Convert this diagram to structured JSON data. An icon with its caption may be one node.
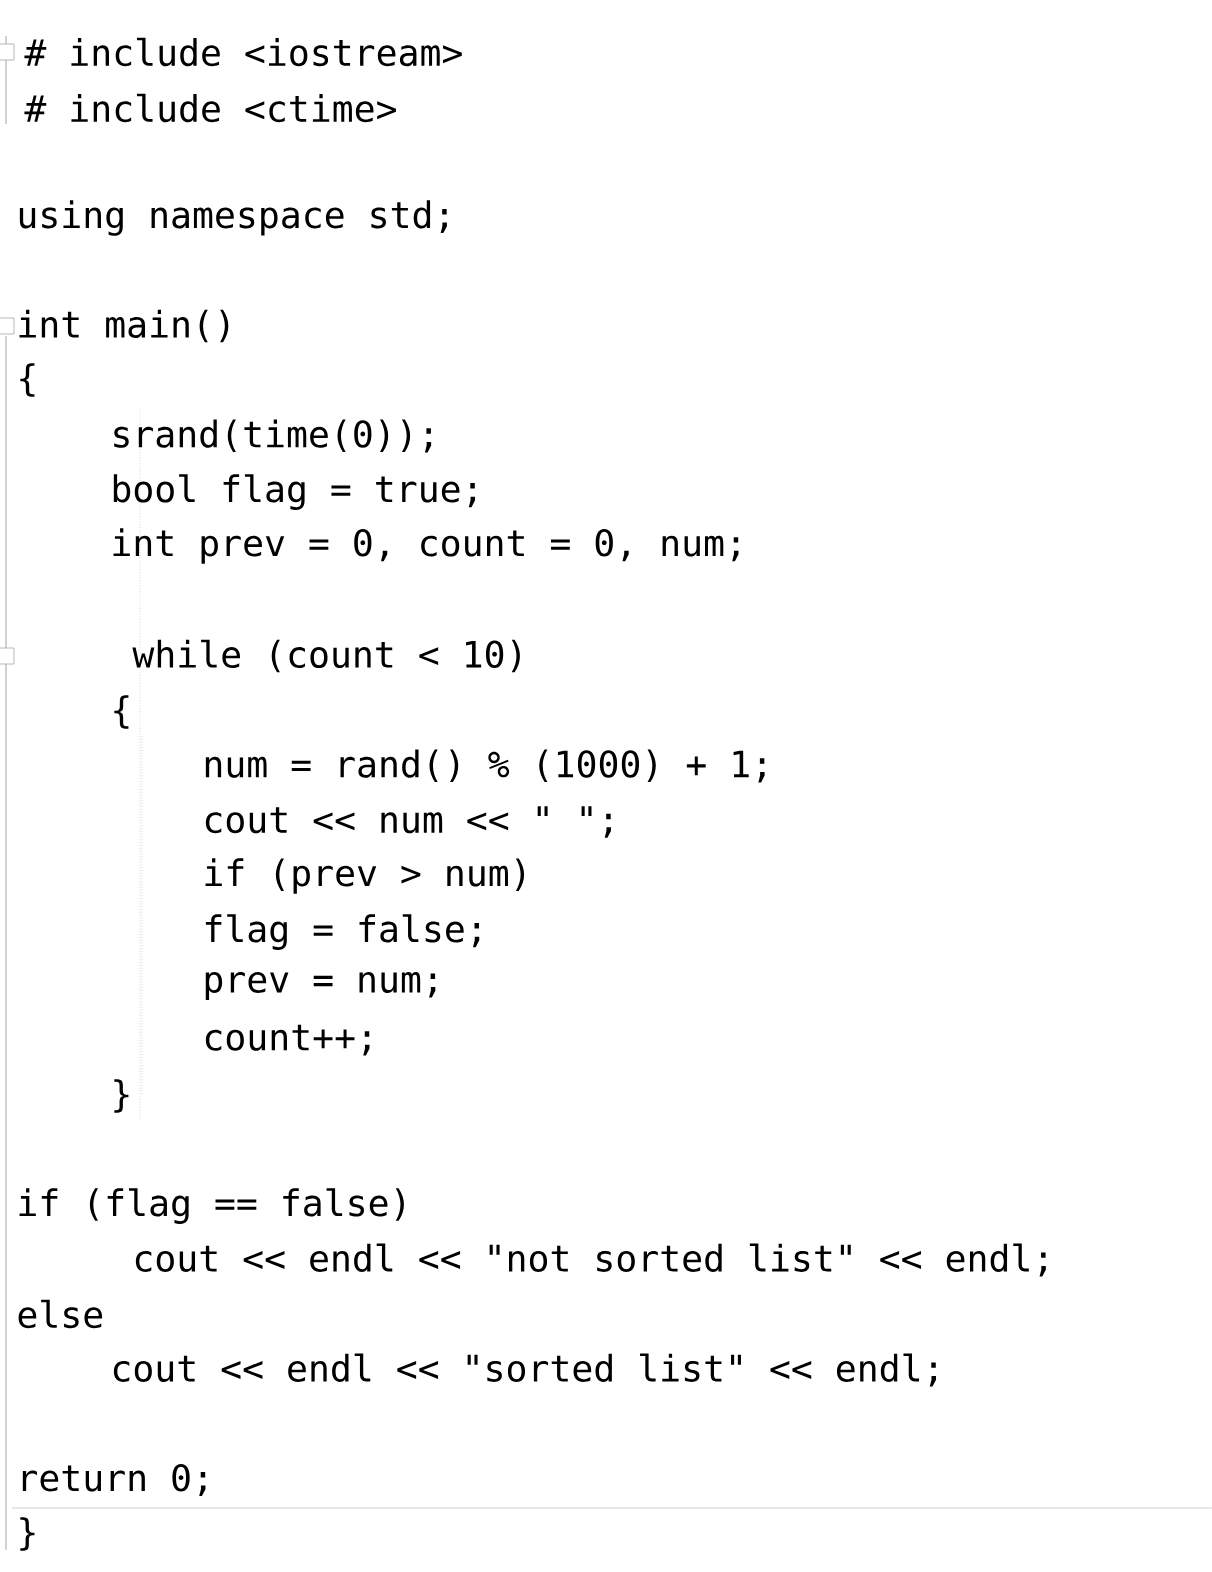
{
  "diagram": {
    "labels": [
      "# include <iostream>",
      "# include <ctime>",
      "using namespace std;",
      "int main()",
      "{",
      "srand(time(0));",
      "bool flag = true;",
      "int prev = 0, count = 0, num;",
      "while (count < 10)",
      "{",
      "num = rand() % (1000) + 1;",
      "cout << num << \"  \";",
      "if (prev > num)",
      "flag = false;",
      "prev = num;",
      "count++;",
      "}",
      "if (flag == false)",
      "cout << endl << \"not sorted list\" << endl;",
      "else",
      "cout << endl << \"sorted list\" << endl;",
      "return 0;",
      "}"
    ]
  }
}
